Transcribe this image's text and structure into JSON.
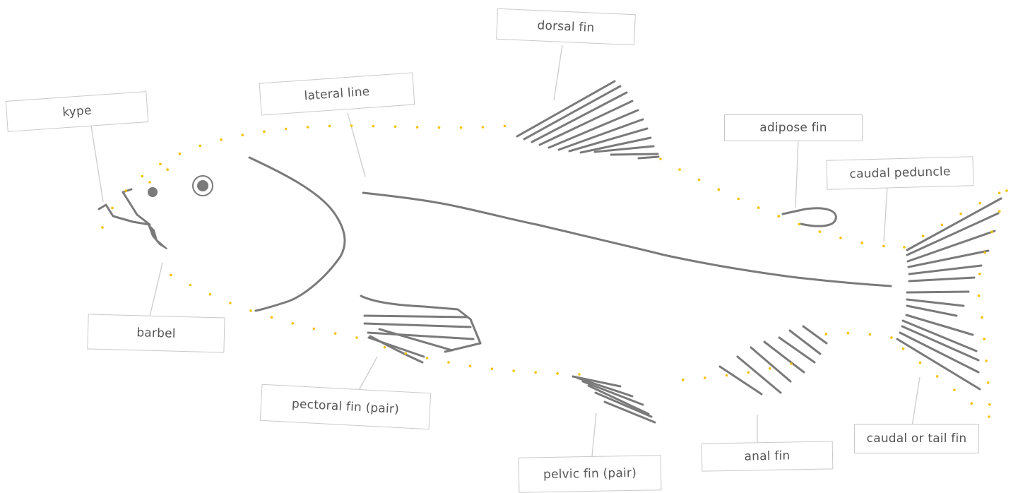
{
  "diagram": {
    "colors": {
      "outline_dots": "#f2c200",
      "fish_lines": "#7a7a7a",
      "label_border": "#c9c9c9",
      "label_text": "#555555"
    },
    "labels": {
      "dorsal": "dorsal fin",
      "lateral": "lateral line",
      "kype": "kype",
      "adipose": "adipose fin",
      "caudal_peduncle": "caudal peduncle",
      "barbel": "barbel",
      "pectoral": "pectoral fin (pair)",
      "pelvic": "pelvic fin (pair)",
      "anal": "anal fin",
      "caudal": "caudal or tail fin"
    }
  }
}
